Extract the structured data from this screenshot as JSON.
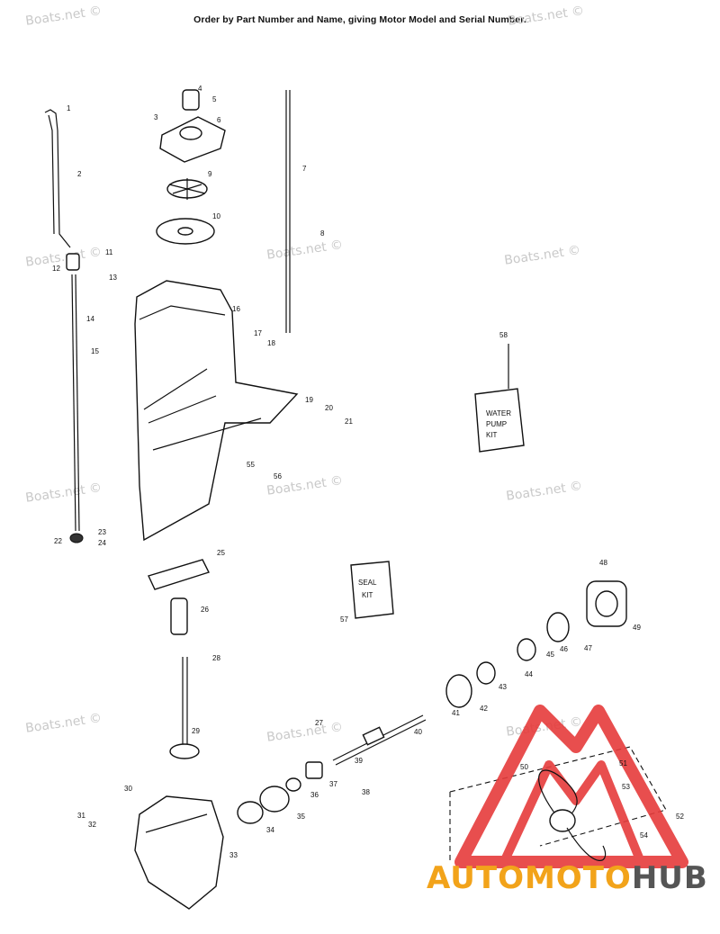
{
  "header": "Order by Part Number and Name, giving Motor Model and Serial Number.",
  "watermark": "Boats.net ©",
  "callouts": [
    "1",
    "2",
    "3",
    "4",
    "5",
    "6",
    "7",
    "8",
    "9",
    "10",
    "11",
    "12",
    "13",
    "14",
    "15",
    "16",
    "17",
    "18",
    "19",
    "20",
    "21",
    "22",
    "23",
    "24",
    "25",
    "26",
    "27",
    "28",
    "29",
    "30",
    "31",
    "32",
    "33",
    "34",
    "35",
    "36",
    "37",
    "38",
    "39",
    "40",
    "41",
    "42",
    "43",
    "44",
    "45",
    "46",
    "47",
    "48",
    "49",
    "50",
    "51",
    "52",
    "53",
    "54",
    "55",
    "56",
    "57",
    "58"
  ],
  "kits": {
    "water_pump": [
      "WATER",
      "PUMP",
      "KIT"
    ],
    "seal": [
      "SEAL",
      "KIT"
    ]
  },
  "logo": {
    "brand_a": "AUTOMOTO",
    "brand_b": "HUB",
    "color_red": "#e63b3b",
    "color_orange": "#f2a31a",
    "color_gray": "#555555"
  }
}
